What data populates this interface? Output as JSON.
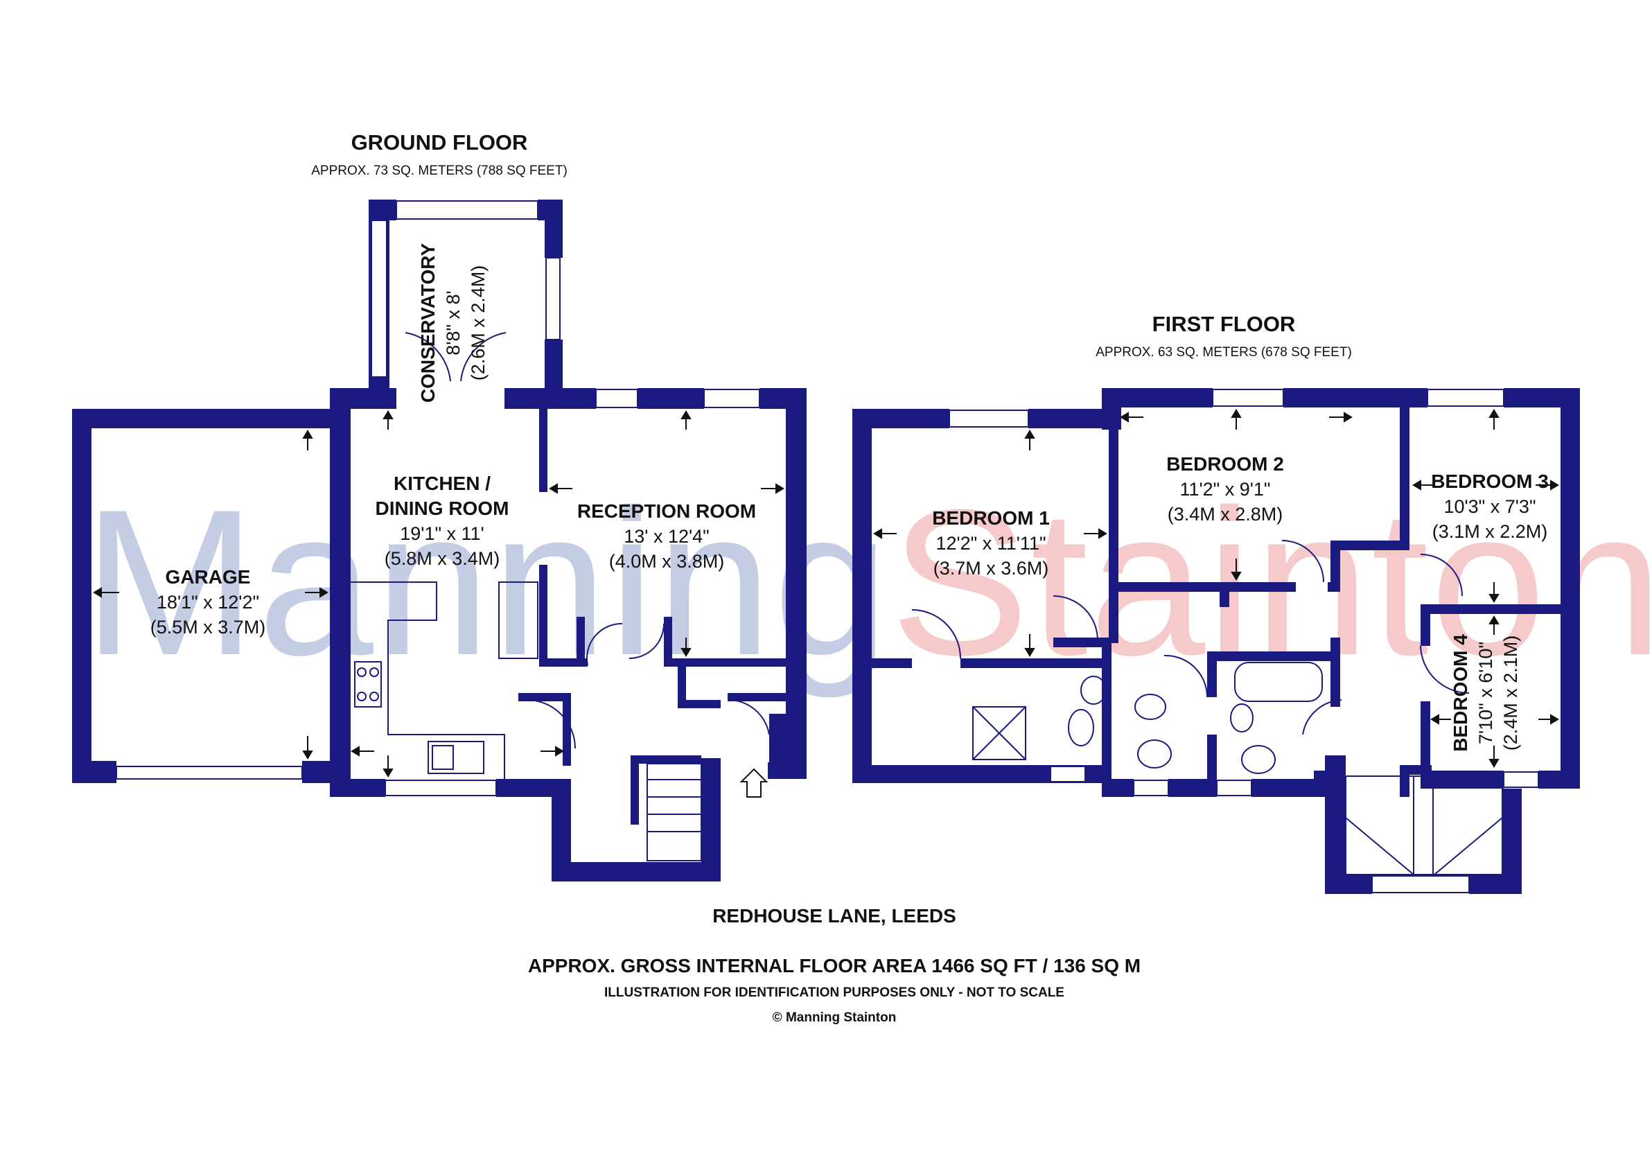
{
  "watermark": {
    "part1": "Manning",
    "part2": "Stainton",
    "color1": "#c5cde4",
    "color2": "#f6c9cb"
  },
  "colors": {
    "wall": "#1a1a80",
    "text": "#111111"
  },
  "ground_floor": {
    "title": "GROUND FLOOR",
    "area": "APPROX. 73 SQ. METERS (788 SQ FEET)",
    "rooms": {
      "conservatory": {
        "name": "CONSERVATORY",
        "dim_imperial": "8'8\" x 8'",
        "dim_metric": "(2.6M x 2.4M)"
      },
      "kitchen": {
        "name_line1": "KITCHEN /",
        "name_line2": "DINING ROOM",
        "dim_imperial": "19'1\" x 11'",
        "dim_metric": "(5.8M x 3.4M)"
      },
      "reception": {
        "name": "RECEPTION ROOM",
        "dim_imperial": "13' x 12'4\"",
        "dim_metric": "(4.0M x 3.8M)"
      },
      "garage": {
        "name": "GARAGE",
        "dim_imperial": "18'1\" x 12'2\"",
        "dim_metric": "(5.5M x 3.7M)"
      }
    }
  },
  "first_floor": {
    "title": "FIRST FLOOR",
    "area": "APPROX. 63 SQ. METERS (678 SQ FEET)",
    "rooms": {
      "bedroom1": {
        "name": "BEDROOM 1",
        "dim_imperial": "12'2\" x 11'11\"",
        "dim_metric": "(3.7M x 3.6M)"
      },
      "bedroom2": {
        "name": "BEDROOM 2",
        "dim_imperial": "11'2\" x 9'1\"",
        "dim_metric": "(3.4M x 2.8M)"
      },
      "bedroom3": {
        "name": "BEDROOM 3",
        "dim_imperial": "10'3\" x 7'3\"",
        "dim_metric": "(3.1M x 2.2M)"
      },
      "bedroom4": {
        "name": "BEDROOM 4",
        "dim_imperial": "7'10\" x 6'10\"",
        "dim_metric": "(2.4M x 2.1M)"
      }
    }
  },
  "footer": {
    "address": "REDHOUSE LANE, LEEDS",
    "gross_area": "APPROX. GROSS INTERNAL FLOOR AREA 1466 SQ FT / 136 SQ M",
    "disclaimer": "ILLUSTRATION FOR IDENTIFICATION PURPOSES ONLY - NOT TO SCALE",
    "copyright": "© Manning Stainton"
  },
  "icons": [
    "entrance-arrow-icon",
    "hob-icon",
    "sink-icon",
    "bath-icon",
    "wc-icon",
    "basin-icon",
    "shower-tray-icon",
    "staircase-icon"
  ]
}
